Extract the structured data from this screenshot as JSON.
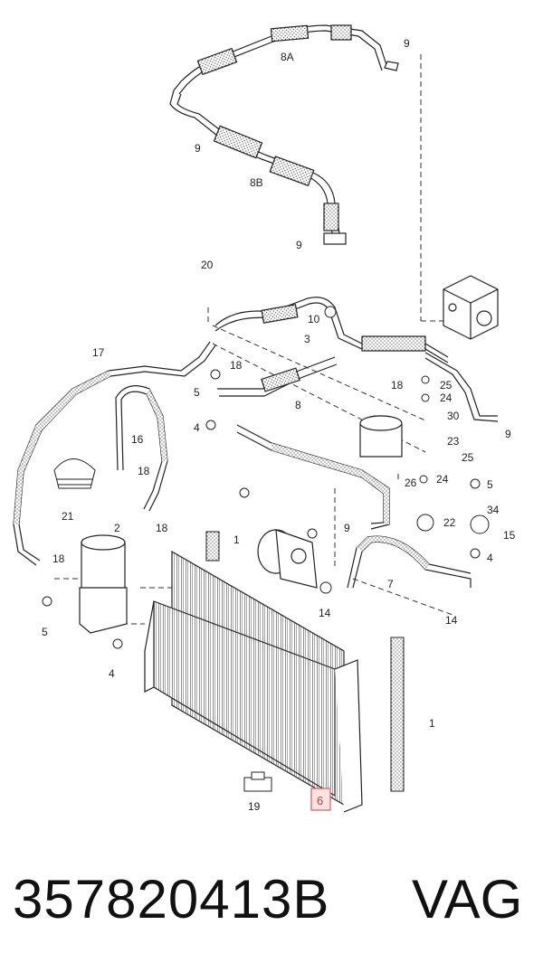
{
  "diagram": {
    "callouts": {
      "c8a": "8A",
      "c8b": "8B",
      "c9a": "9",
      "c9b": "9",
      "c9c": "9",
      "c9d": "9",
      "c9e": "9",
      "c20": "20",
      "c10": "10",
      "c3": "3",
      "c17": "17",
      "c18a": "18",
      "c18b": "18",
      "c18c": "18",
      "c18d": "18",
      "c18e": "18",
      "c5a": "5",
      "c5b": "5",
      "c5c": "5",
      "c4a": "4",
      "c4b": "4",
      "c4c": "4",
      "c8": "8",
      "c16": "16",
      "c21": "21",
      "c2": "2",
      "c1a": "1",
      "c1b": "1",
      "c25a": "25",
      "c25b": "25",
      "c24a": "24",
      "c24b": "24",
      "c30": "30",
      "c23": "23",
      "c26": "26",
      "c22": "22",
      "c34": "34",
      "c15": "15",
      "c7": "7",
      "c14a": "14",
      "c14b": "14",
      "c19": "19",
      "c6": "6"
    },
    "highlighted_callout": "6",
    "highlight_color": "#e05a5a"
  },
  "footer": {
    "part_number": "357820413B",
    "brand": "VAG"
  }
}
